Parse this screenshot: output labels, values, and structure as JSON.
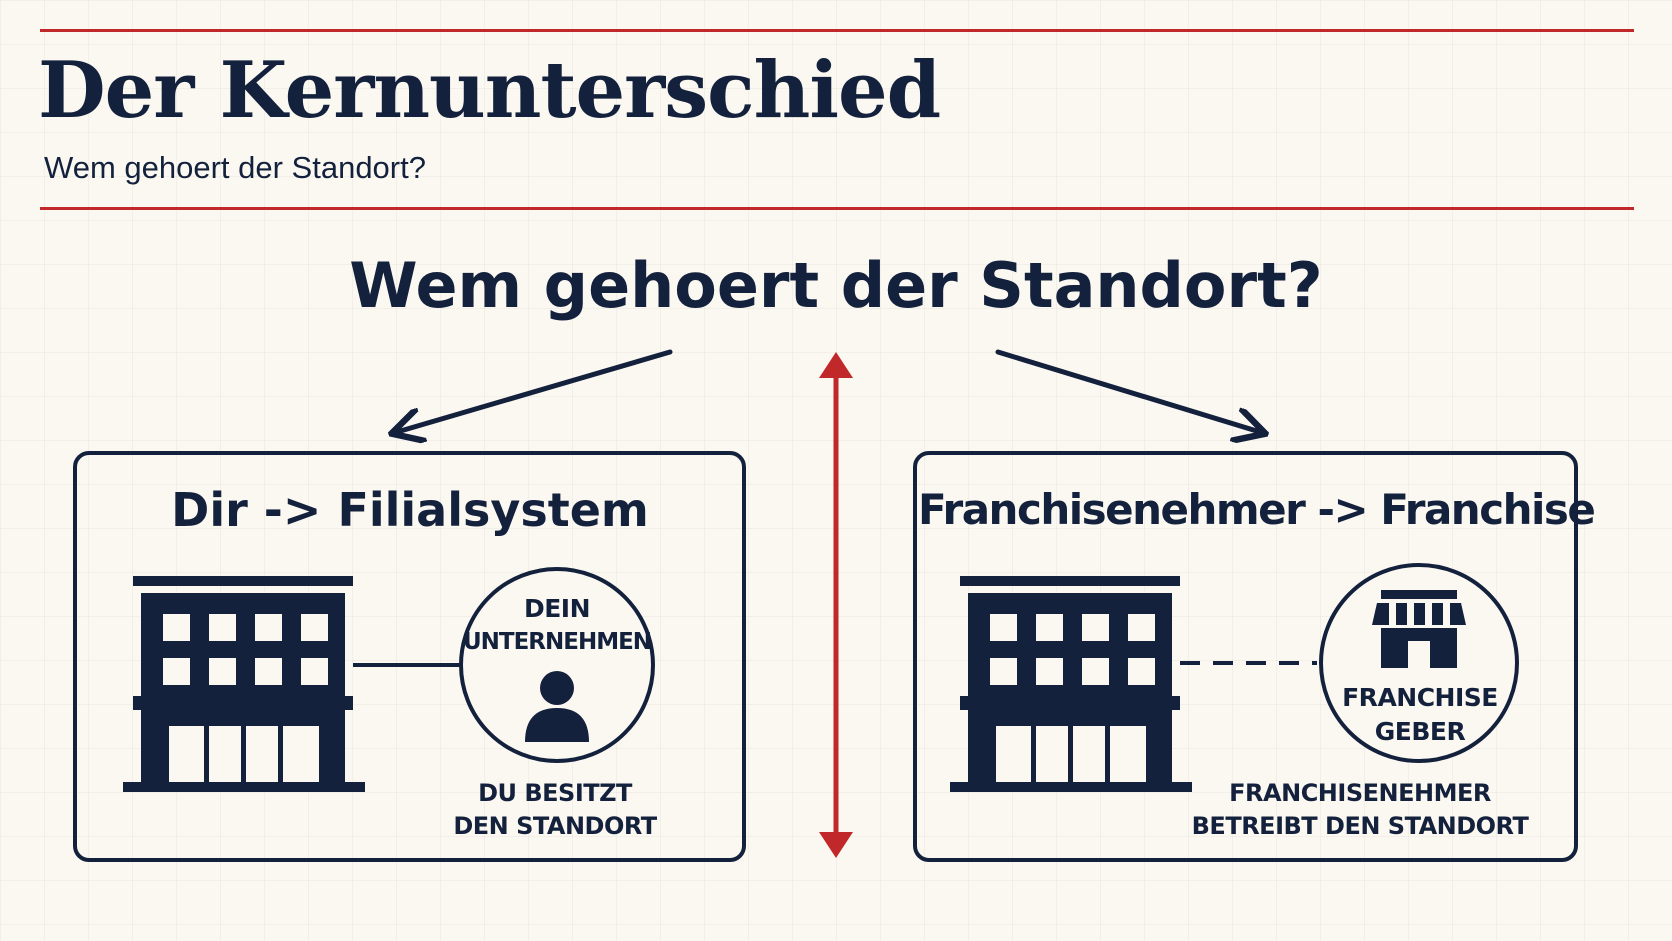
{
  "header": {
    "title": "Der Kernunterschied",
    "subtitle": "Wem gehoert der Standort?"
  },
  "diagram": {
    "question": "Wem gehoert der Standort?",
    "left": {
      "title": "Dir -> Filialsystem",
      "owner_line1": "DEIN",
      "owner_line2": "UNTERNEHMEN",
      "caption_line1": "DU BESITZT",
      "caption_line2": "DEN STANDORT"
    },
    "right": {
      "title": "Franchisenehmer -> Franchise",
      "giver_line1": "FRANCHISE",
      "giver_line2": "GEBER",
      "caption_line1": "FRANCHISENEHMER",
      "caption_line2": "BETREIBT DEN STANDORT"
    }
  },
  "colors": {
    "navy": "#14213d",
    "accent_red": "#c0282a",
    "background": "#fbf8f1"
  },
  "icons": [
    "building-icon",
    "person-icon",
    "storefront-icon",
    "arrow-down-left-icon",
    "arrow-down-right-icon",
    "double-arrow-vertical-icon"
  ]
}
